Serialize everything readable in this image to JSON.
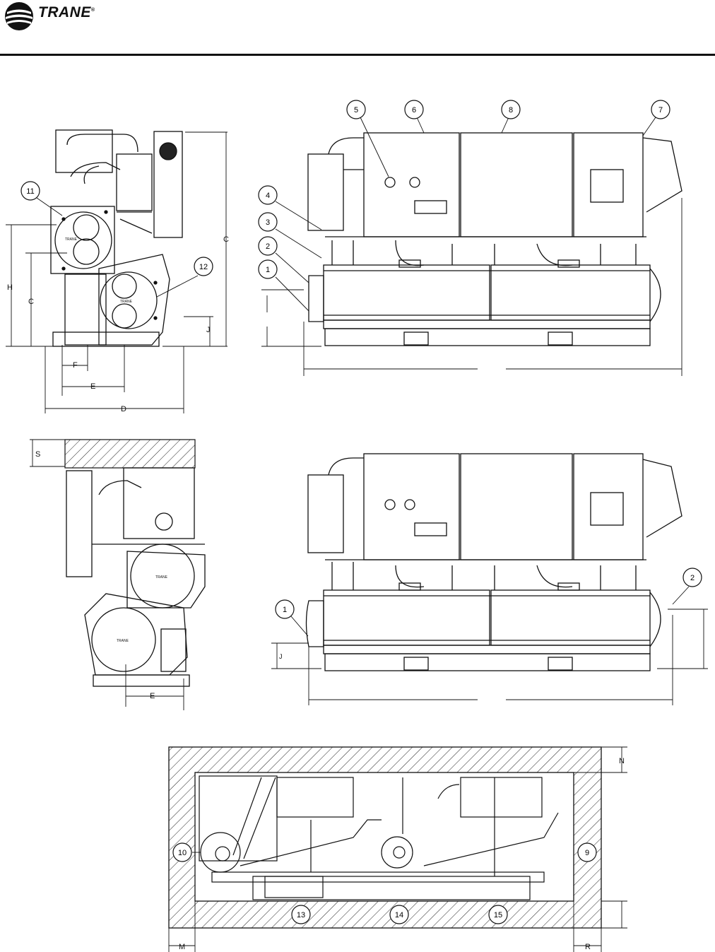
{
  "header": {
    "brand": "TRANE",
    "registered": "®"
  },
  "dimension_labels": {
    "C_top": "C",
    "H": "H",
    "C_left": "C",
    "J": "J",
    "F": "F",
    "E_top": "E",
    "D": "D",
    "S": "S",
    "E_bottom": "E",
    "J_front": "J",
    "N": "N",
    "M": "M",
    "R": "R"
  },
  "callouts": {
    "c1": "1",
    "c2": "2",
    "c3": "3",
    "c4": "4",
    "c5": "5",
    "c6": "6",
    "c7": "7",
    "c8": "8",
    "c9": "9",
    "c10": "10",
    "c11": "11",
    "c12": "12",
    "c13": "13",
    "c14": "14",
    "c15": "15",
    "c1b": "1",
    "c2b": "2"
  },
  "nameplates": {
    "tag1": "TRANE",
    "tag2": "TRANE",
    "tag3": "TRANE",
    "tag4": "TRANE"
  }
}
